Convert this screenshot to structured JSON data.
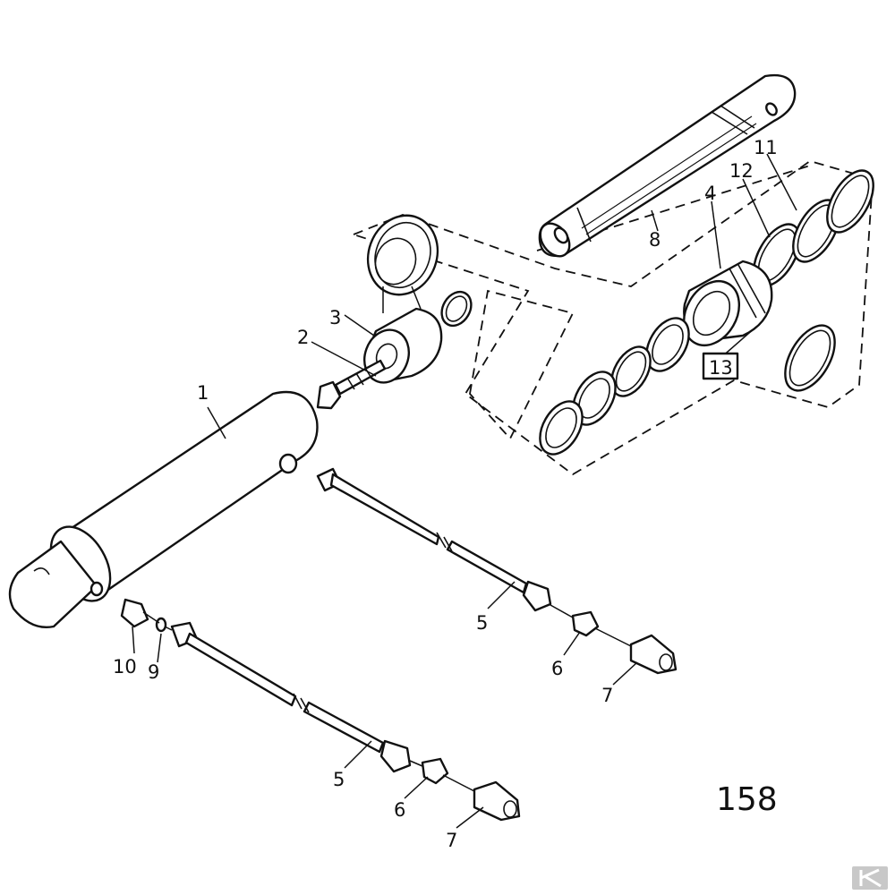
{
  "labels": {
    "cylinder_barrel": "1",
    "bolt": "2",
    "piston": "3",
    "gland": "4",
    "hose_upper": "5",
    "hose_lower": "5",
    "adapter_upper": "6",
    "adapter_lower": "6",
    "elbow_upper": "7",
    "elbow_lower": "7",
    "piston_rod": "8",
    "washer": "9",
    "union": "10",
    "ring_11": "11",
    "ring_12": "12",
    "seal_kit": "13"
  },
  "page_number": "158",
  "colors": {
    "ink": "#111111",
    "paper": "#ffffff",
    "logo": "#c8c8c8"
  },
  "logo": {
    "icon": "k-logo-icon"
  }
}
